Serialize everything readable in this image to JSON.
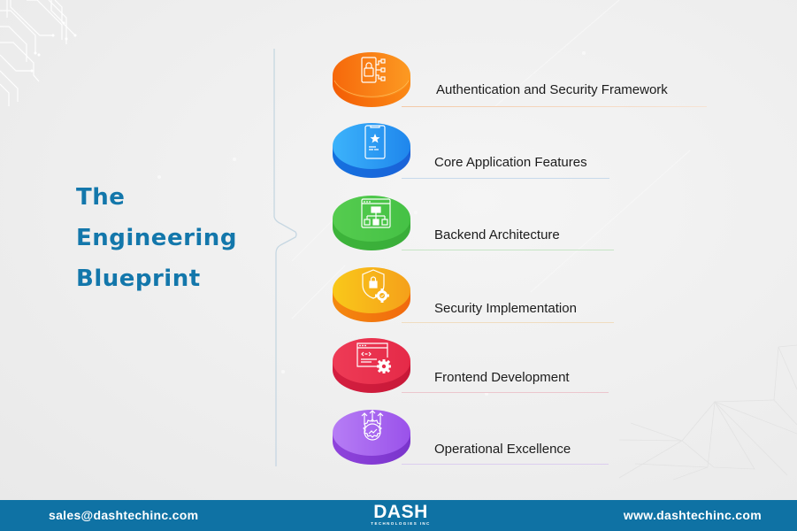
{
  "title": {
    "lines": [
      "The",
      "Engineering",
      "Blueprint"
    ],
    "color": "#1377ab"
  },
  "steps": [
    {
      "label": "Authentication and Security Framework",
      "icon": "lock-network-icon",
      "color_top": "#fb7a12",
      "color_side": "#f26a06",
      "rule_color": "#f3c9a6"
    },
    {
      "label": "Core Application Features",
      "icon": "mobile-star-icon",
      "color_top": "#2fa3f4",
      "color_side": "#1671e0",
      "rule_color": "#bcd3ea"
    },
    {
      "label": "Backend Architecture",
      "icon": "hierarchy-window-icon",
      "color_top": "#4fc84b",
      "color_side": "#3bb13a",
      "rule_color": "#c4e3c3"
    },
    {
      "label": "Security Implementation",
      "icon": "shield-gear-icon",
      "color_top": "#f7b91a",
      "color_side": "#f37a10",
      "rule_color": "#f0d8b8"
    },
    {
      "label": "Frontend Development",
      "icon": "code-window-gear-icon",
      "color_top": "#e8334f",
      "color_side": "#cf1d3e",
      "rule_color": "#ecc1c9"
    },
    {
      "label": "Operational Excellence",
      "icon": "growth-gear-icon",
      "color_top": "#a35ff0",
      "color_side": "#8a3fd8",
      "rule_color": "#d9c9ef"
    }
  ],
  "footer": {
    "email": "sales@dashtechinc.com",
    "website": "www.dashtechinc.com",
    "logo_main": "DASH",
    "logo_sub": "TECHNOLOGIES INC",
    "background": "#0f72a4"
  }
}
